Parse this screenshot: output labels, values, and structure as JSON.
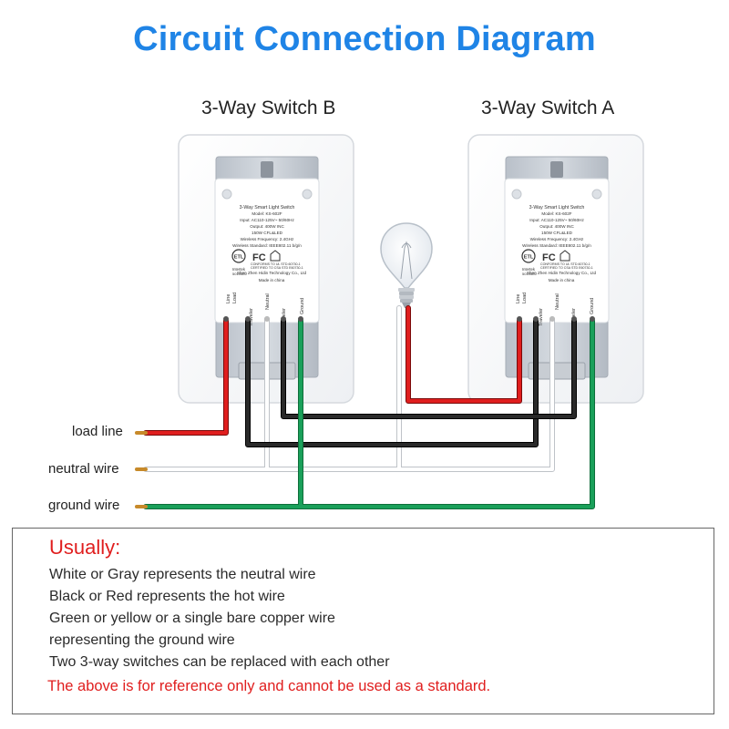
{
  "title": "Circuit Connection Diagram",
  "switch_b": {
    "title": "3-Way Switch B",
    "label": {
      "name": "3-Way Smart Light Switch",
      "model": "Model: KS-602F",
      "input": "Input: AC110-125V~ 50/60Hz",
      "output": "Output: 400W INC",
      "cfl": "150W CFL&LED",
      "freq": "Wireless Frequency: 2.4GHz",
      "standard": "Wireless Standard: IEEE802.11 b/g/n",
      "conforms": "CONFORMS TO UL STD.60730-1",
      "certified": "CERTIFIED TO CSA STD E60730-1",
      "maker": "Shen Zhen Hidin Technology Co., Ltd",
      "made": "Made in china",
      "intertek": "Intertek",
      "intertek_no": "5010526"
    },
    "terminals": {
      "line": "Line",
      "load": "Load",
      "traveler": "Traveler",
      "neutral": "Neutral",
      "ground": "Ground"
    }
  },
  "switch_a": {
    "title": "3-Way Switch A",
    "label": {
      "name": "3-Way Smart Light Switch",
      "model": "Model: KS-602F",
      "input": "Input: AC110-125V~ 50/60Hz",
      "output": "Output: 400W INC",
      "cfl": "150W CFL&LED",
      "freq": "Wireless Frequency: 2.4GHz",
      "standard": "Wireless Standard: IEEE802.11 b/g/n",
      "conforms": "CONFORMS TO UL STD.60730-1",
      "certified": "CERTIFIED TO CSA STD E60730-1",
      "maker": "Shen Zhen Hidin Technology Co., Ltd",
      "made": "Made in china",
      "intertek": "Intertek",
      "intertek_no": "5010526"
    },
    "terminals": {
      "line": "Line",
      "load": "Load",
      "traveler": "Traveler",
      "neutral": "Neutral",
      "ground": "Ground"
    }
  },
  "wires": {
    "load": "load line",
    "neutral": "neutral wire",
    "ground": "ground wire"
  },
  "colors": {
    "title": "#1f84e6",
    "hot": "#e01e1e",
    "traveler": "#1a1a1a",
    "neutral": "#ffffff",
    "ground": "#1aa05a",
    "warning": "#e01e1e"
  },
  "notes": {
    "heading": "Usually:",
    "lines": [
      "White or Gray represents the neutral wire",
      "Black or Red represents the hot wire",
      "Green or yellow or a single bare copper wire",
      "representing the ground wire",
      "Two 3-way switches can be replaced with each other"
    ],
    "warning": "The above is for reference only and cannot be used as a standard."
  }
}
